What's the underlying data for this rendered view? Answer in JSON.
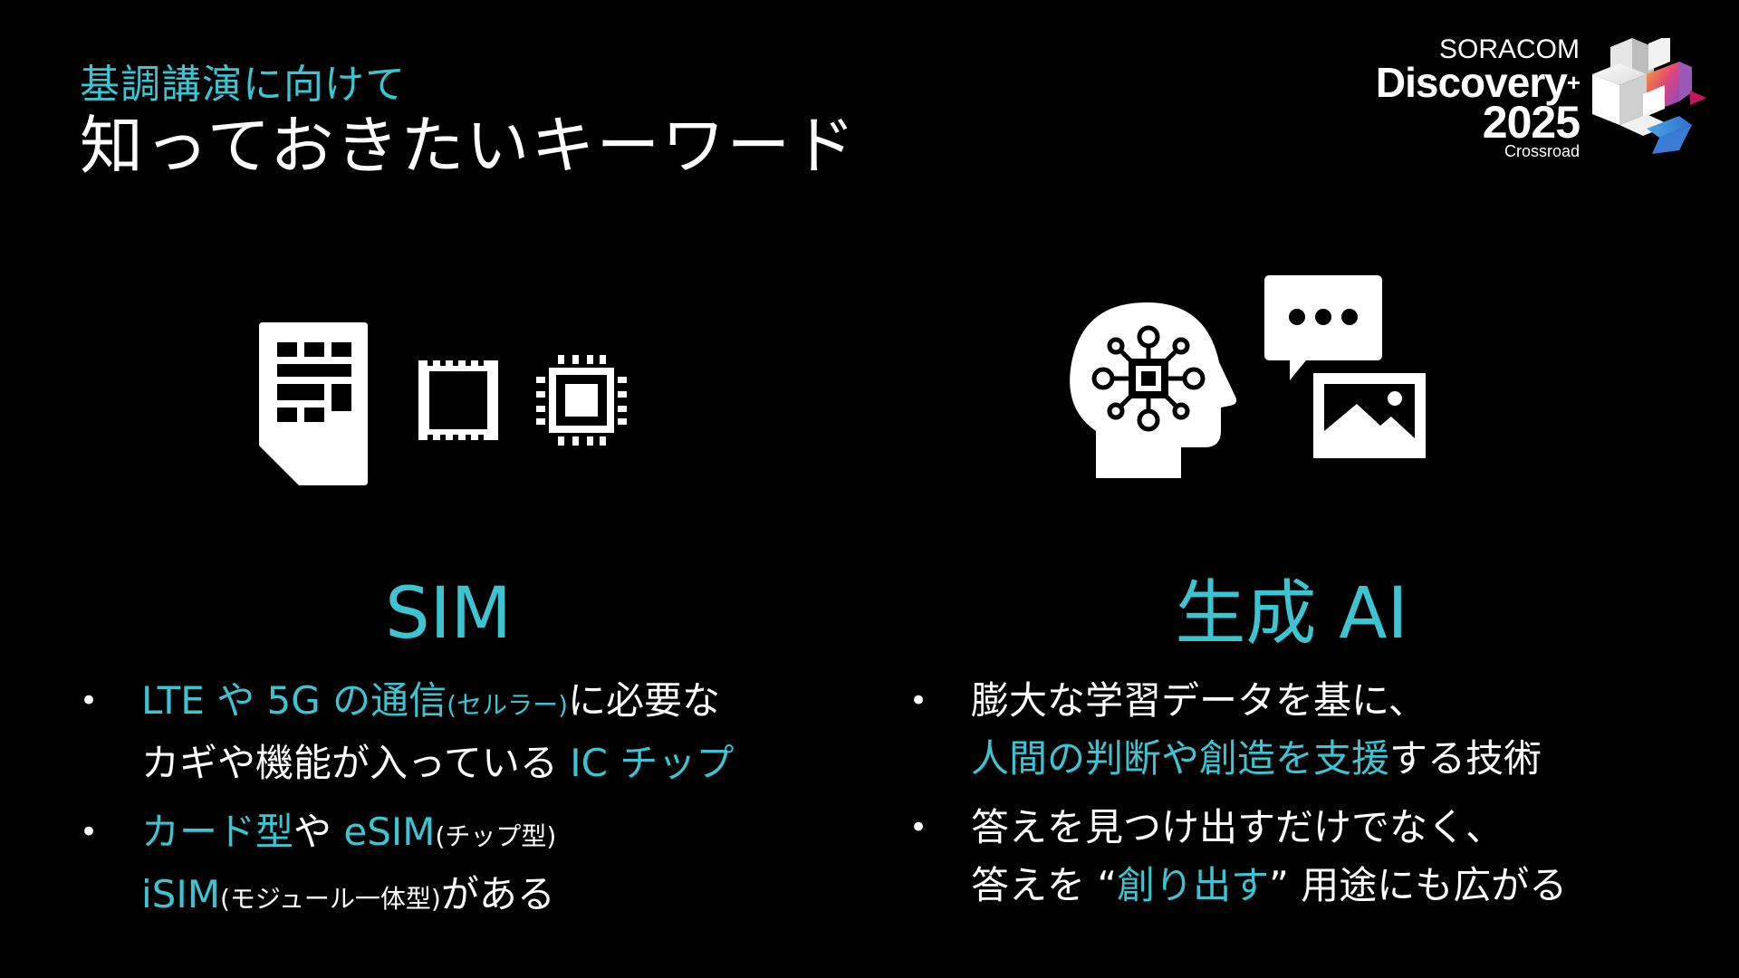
{
  "title": {
    "subtitle": "基調講演に向けて",
    "headline": "知っておきたいキーワード"
  },
  "logo": {
    "line1": "SORACOM",
    "line2": "Discovery",
    "plus": "+",
    "year": "2025",
    "subline": "Crossroad"
  },
  "colors": {
    "accent": "#3cc4d3",
    "background": "#000000",
    "text": "#ffffff"
  },
  "icons": {
    "left": [
      "sim-card-icon",
      "chip-icon",
      "processor-icon"
    ],
    "right": [
      "ai-head-icon",
      "chat-bubble-icon",
      "image-icon"
    ]
  },
  "left_column": {
    "heading": "SIM",
    "bullets": [
      {
        "line1": {
          "a": "LTE や 5G の通信",
          "b": "(セルラー)",
          "c": "に必要な"
        },
        "line2": {
          "a": "カギや機能が入っている ",
          "b": "IC チップ"
        }
      },
      {
        "line1": {
          "a": "カード型",
          "b": "や ",
          "c": "eSIM",
          "d": "(チップ型)"
        },
        "line2": {
          "a": "iSIM",
          "b": "(モジュール一体型)",
          "c": "がある"
        }
      }
    ]
  },
  "right_column": {
    "heading": "生成 AI",
    "bullets": [
      {
        "line1": "膨大な学習データを基に、",
        "line2": {
          "a": "人間の判断や創造を支援",
          "b": "する技術"
        }
      },
      {
        "line1": "答えを見つけ出すだけでなく、",
        "line2": {
          "a": "答えを “",
          "b": "創り出す",
          "c": "” 用途にも広がる"
        }
      }
    ]
  }
}
